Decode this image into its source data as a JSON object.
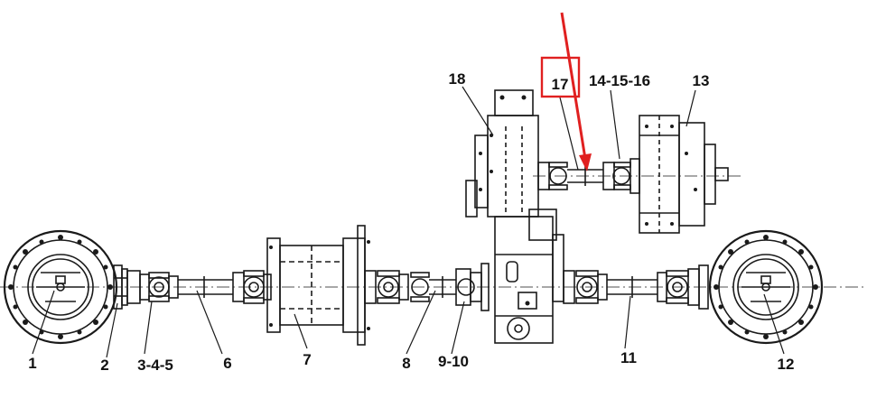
{
  "diagram": {
    "labels": {
      "part_1": "1",
      "part_2": "2",
      "part_3_4_5": "3-4-5",
      "part_6": "6",
      "part_7": "7",
      "part_8": "8",
      "part_9_10": "9-10",
      "part_11": "11",
      "part_12": "12",
      "part_13": "13",
      "part_14_15_16": "14-15-16",
      "part_17": "17",
      "part_18": "18"
    },
    "highlight": {
      "box_color": "#e02020",
      "arrow_color": "#e02020",
      "target": "17"
    },
    "line_color": "#1a1a1a"
  }
}
